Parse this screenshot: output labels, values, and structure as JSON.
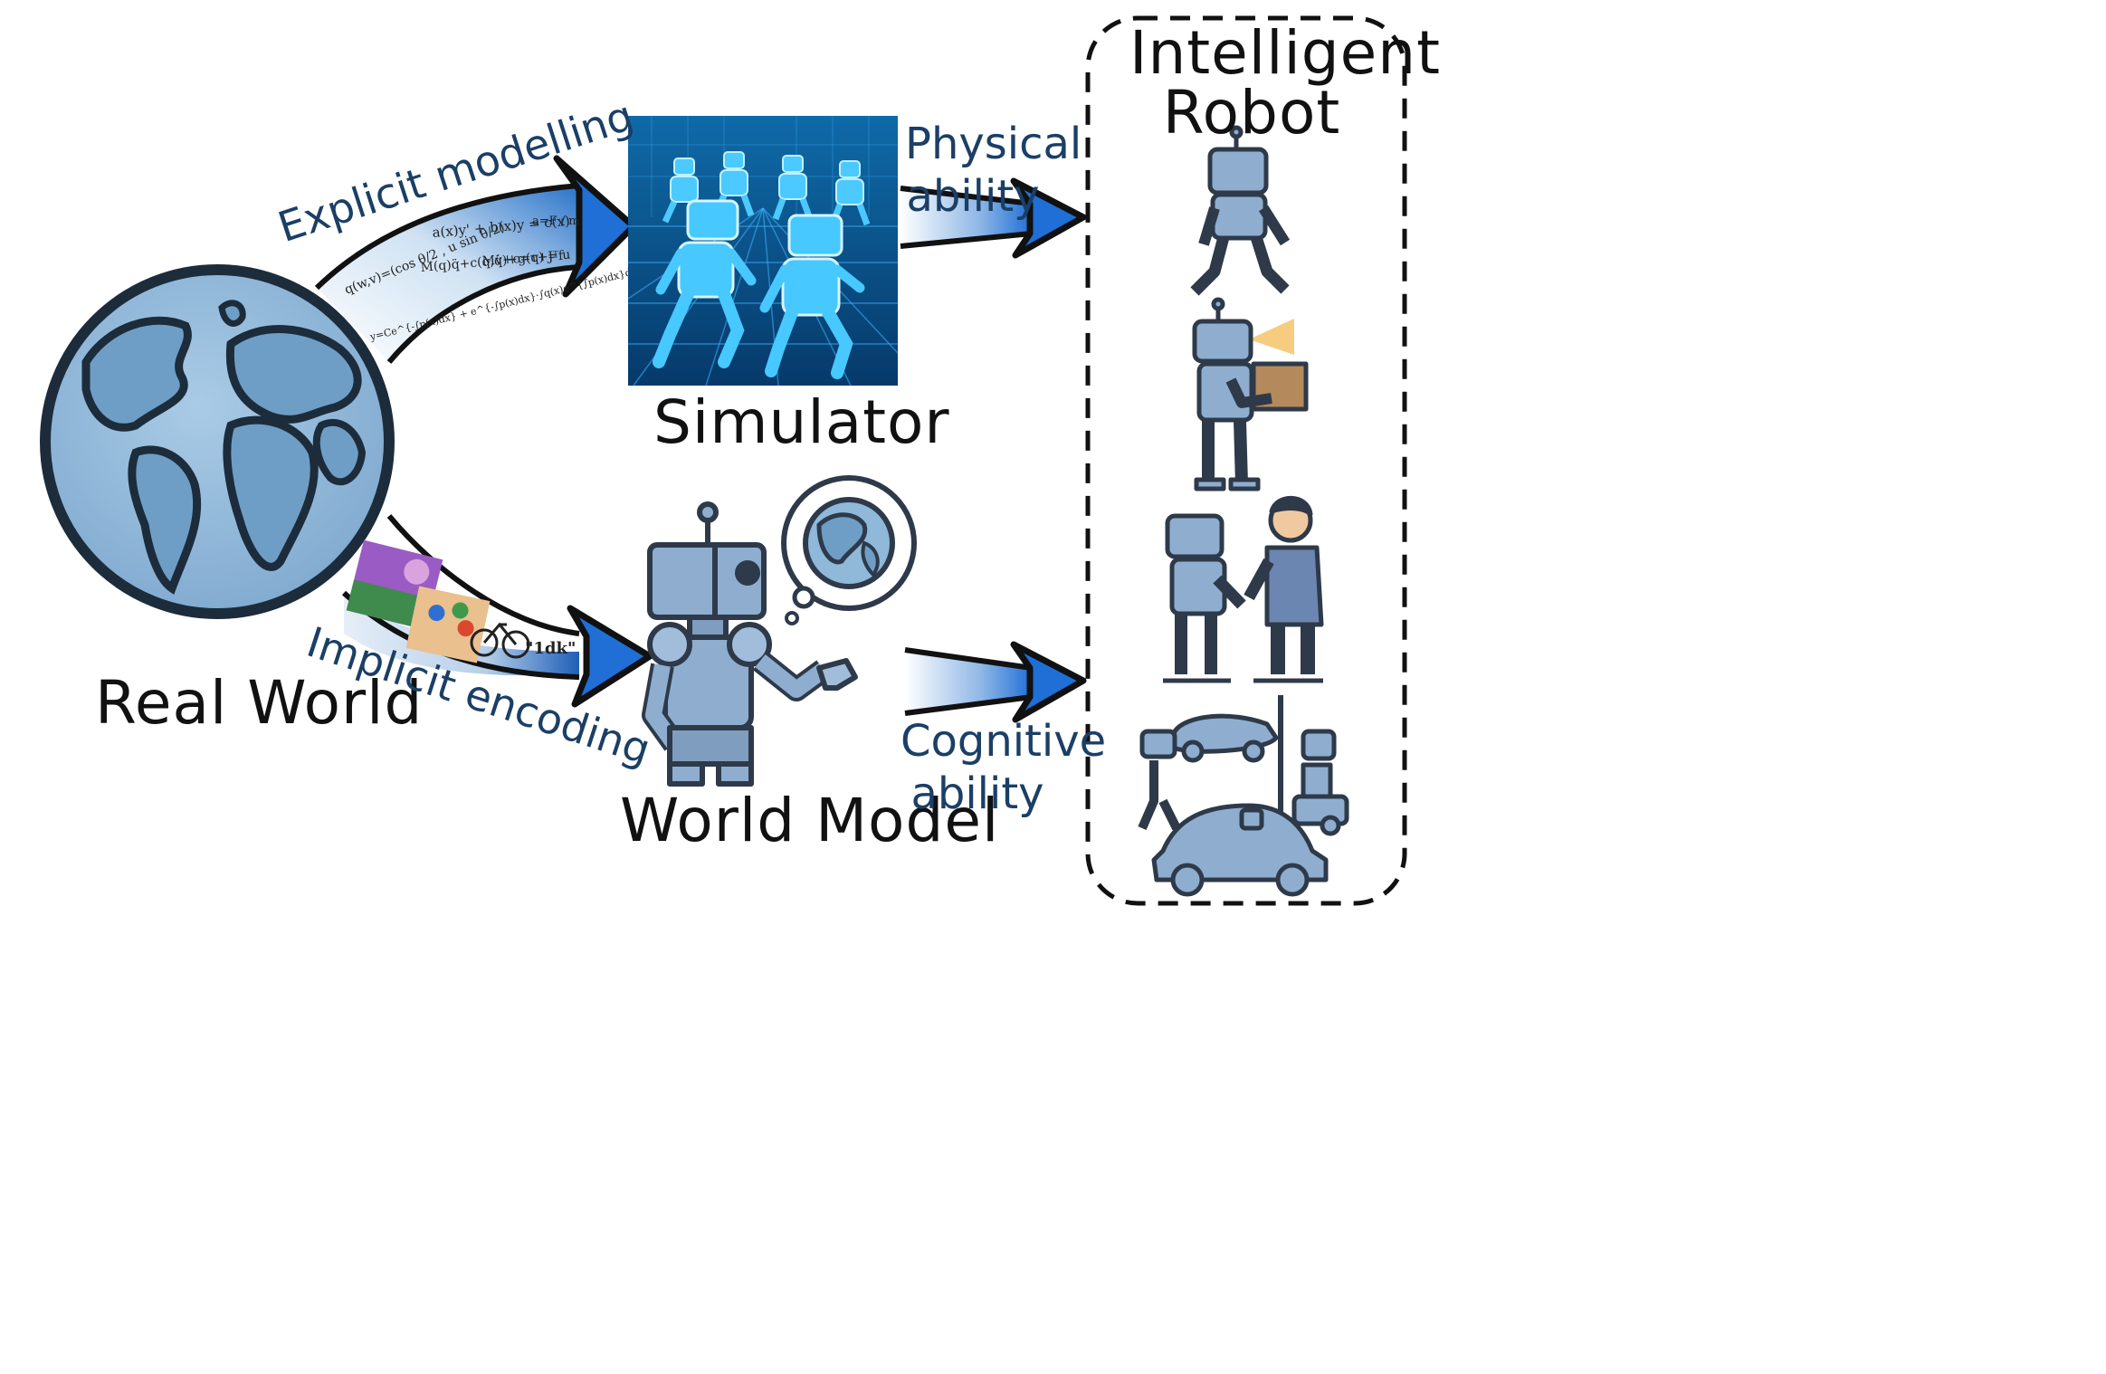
{
  "labels": {
    "real_world": "Real World",
    "simulator": "Simulator",
    "world_model": "World Model",
    "intelligent_robot_line1": "Intelligent",
    "intelligent_robot_line2": "Robot",
    "explicit_modelling": "Explicit modelling",
    "implicit_encoding": "Implicit encoding",
    "physical_ability_line1": "Physical",
    "physical_ability_line2": "ability",
    "cognitive_ability_line1": "Cognitive",
    "cognitive_ability_line2": "ability"
  },
  "equations": [
    "q(w,v)=(cos θ/2 , u sin θ/2)",
    "a(x)y' + b(x)y = c(x)",
    "a=F / m",
    "M(q)q̈+c(q,q̇)+g(q) = u",
    "Mv̇+c=τ+Jᵀf",
    "y=Ce^{-∫p(x)dx} + e^{-∫p(x)dx}·∫q(x)e^{∫p(x)dx}dx"
  ],
  "colors": {
    "arrow_blue": "#1f6fd6",
    "globe_fill": "#8fb8d9",
    "land_fill": "#6e9ec6",
    "robot_fill": "#8faecf",
    "robot_dark": "#3b4d63",
    "sim_bg": "#0b4f86",
    "sim_robot": "#47c8ff",
    "label_blue": "#1b3f66"
  }
}
